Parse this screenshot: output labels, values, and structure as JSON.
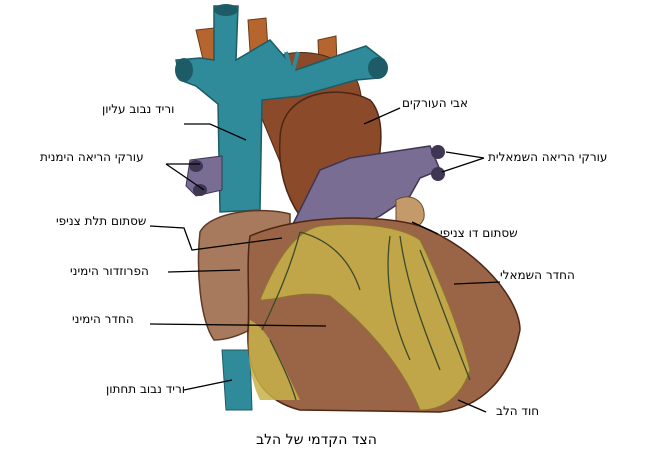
{
  "figure": {
    "caption": "הצד הקדמי של הלב",
    "labels": {
      "superior_vena_cava": "וריד נבוב עליון",
      "aorta": "אבי העורקים",
      "right_pulmonary_arteries": "עורקי הריאה הימנית",
      "left_pulmonary_arteries": "עורקי הריאה השמאלית",
      "tricuspid_valve": "שסתום תלת צניפי",
      "mitral_valve": "שסתום דו צניפי",
      "right_atrium": "הפרוזדור הימיני",
      "left_ventricle": "החדר השמאלי",
      "right_ventricle": "החדר הימיני",
      "inferior_vena_cava": "וריד נבוב תחתון",
      "apex": "חוד הלב"
    },
    "colors": {
      "vena_cava": "#2f8a9a",
      "aorta": "#8b4a2a",
      "pulmonary": "#7a6d93",
      "myocardium": "#9a6446",
      "fat": "#c8b24a",
      "vessels": "#3b4a2a"
    }
  }
}
